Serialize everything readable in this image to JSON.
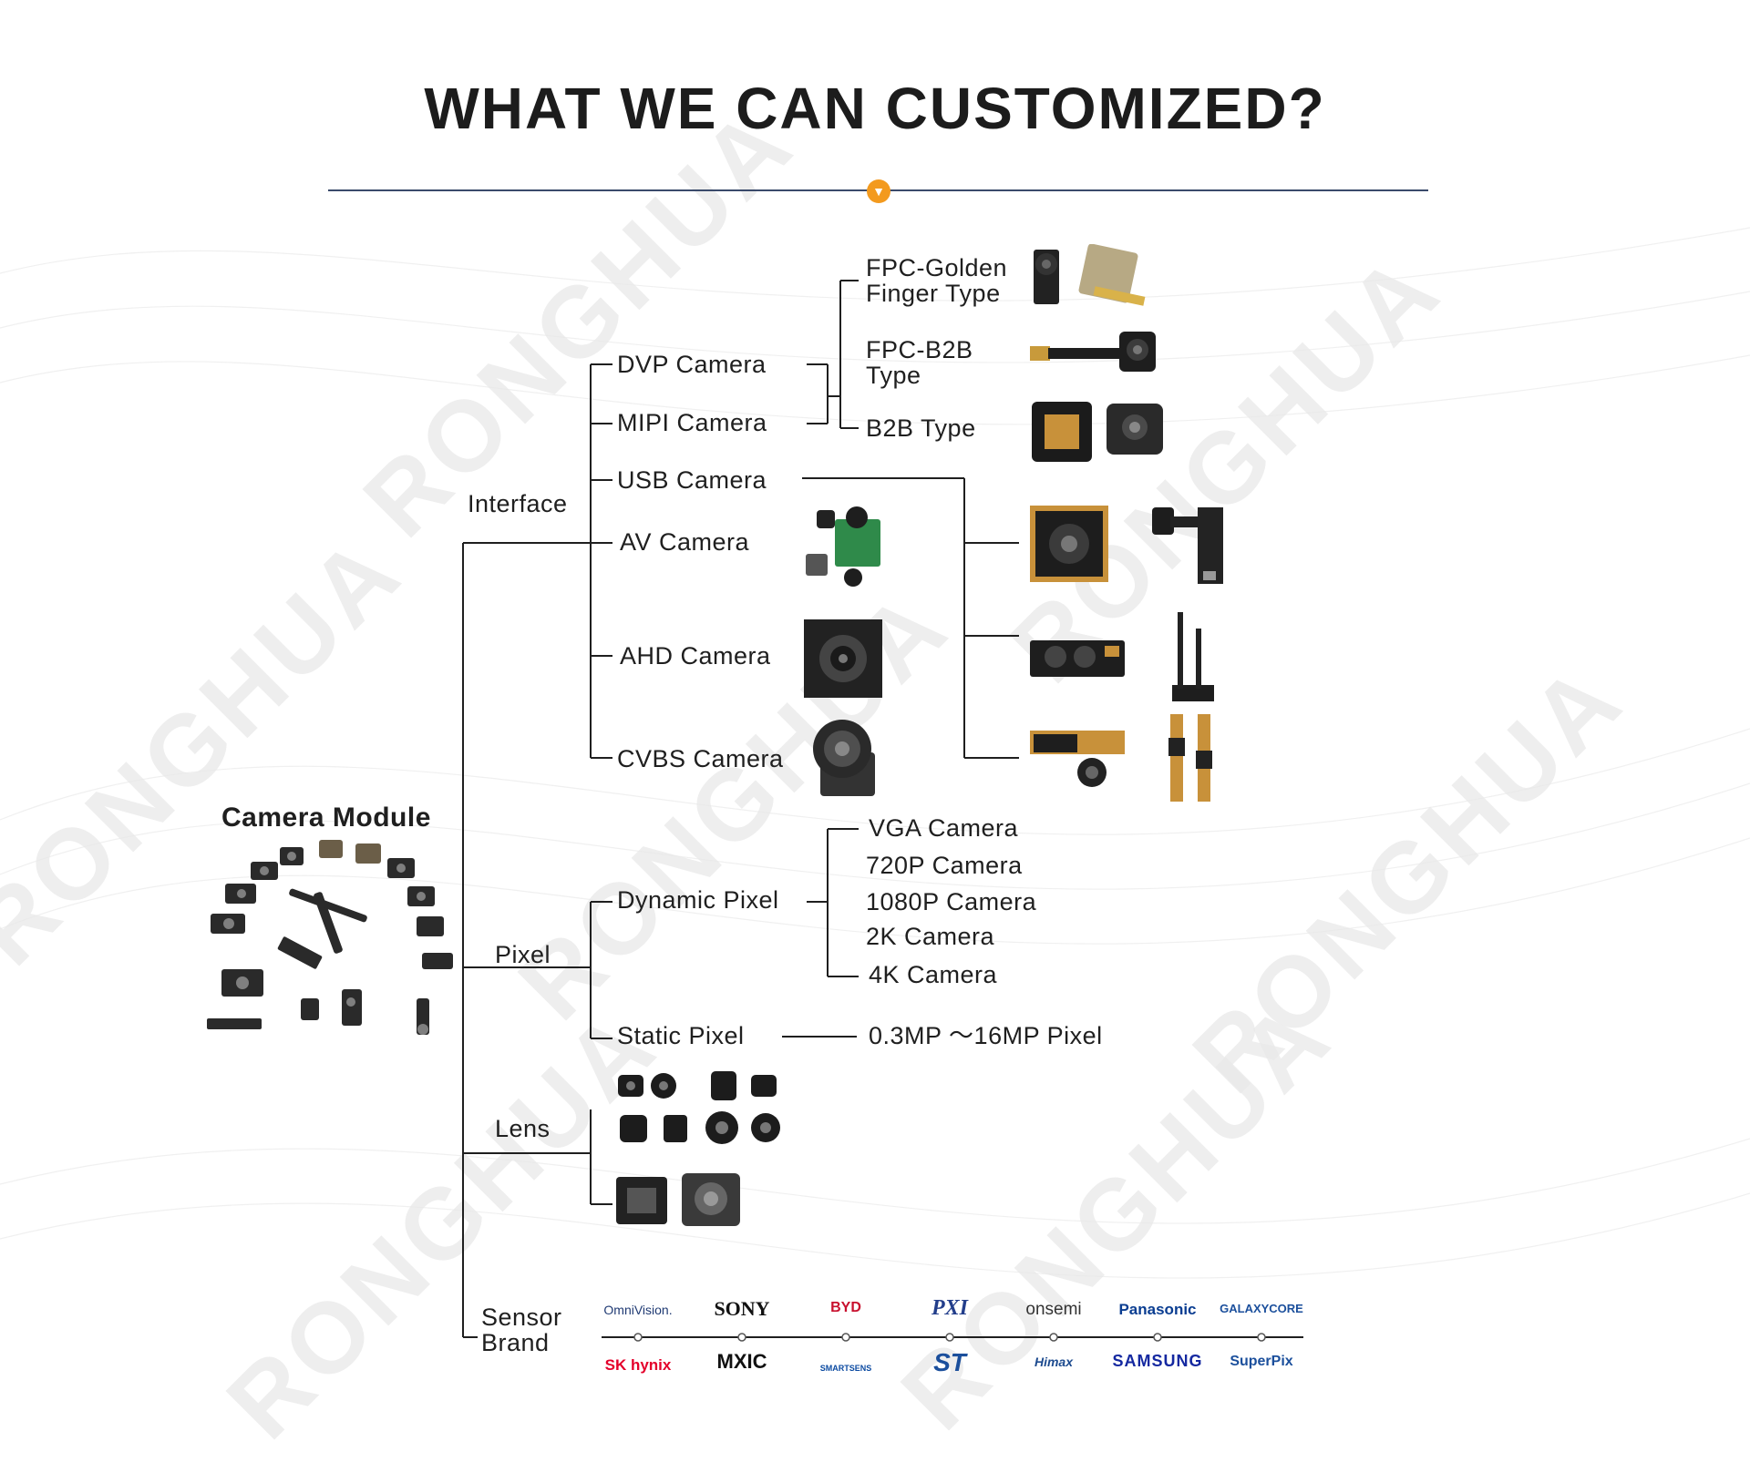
{
  "title": "WHAT WE CAN CUSTOMIZED?",
  "watermark": "RONGHUA",
  "colors": {
    "accent": "#f39a1e",
    "rule": "#3a4a6b",
    "line": "#1f1f1f",
    "watermark": "#e9e9e9"
  },
  "root": {
    "label": "Camera Module"
  },
  "branches": {
    "interface": {
      "label": "Interface",
      "items": {
        "dvp": "DVP Camera",
        "mipi": "MIPI Camera",
        "usb": "USB Camera",
        "av": "AV Camera",
        "ahd": "AHD Camera",
        "cvbs": "CVBS Camera"
      },
      "connector_types": {
        "fpc_golden_1": "FPC-Golden",
        "fpc_golden_2": "Finger Type",
        "fpc_b2b_1": "FPC-B2B",
        "fpc_b2b_2": "Type",
        "b2b": "B2B Type"
      }
    },
    "pixel": {
      "label": "Pixel",
      "dynamic": {
        "label": "Dynamic Pixel",
        "options": [
          "VGA Camera",
          "720P Camera",
          "1080P Camera",
          "2K Camera",
          "4K Camera"
        ]
      },
      "static": {
        "label": "Static Pixel",
        "range": "0.3MP ～16MP Pixel"
      }
    },
    "lens": {
      "label": "Lens"
    },
    "sensor": {
      "label_line1": "Sensor",
      "label_line2": "Brand",
      "brands_top": [
        "OmniVision.",
        "SONY",
        "BYD",
        "PXI",
        "onsemi",
        "Panasonic",
        "GALAXYCORE"
      ],
      "brands_bottom": [
        "SK hynix",
        "MXIC",
        "SMARTSENS",
        "ST",
        "Himax",
        "SAMSUNG",
        "SuperPix"
      ]
    }
  }
}
